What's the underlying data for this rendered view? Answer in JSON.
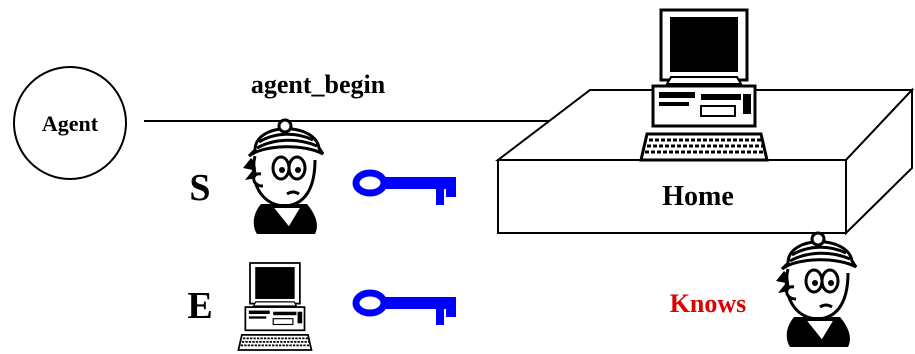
{
  "labels": {
    "agent": "Agent",
    "message": "agent_begin",
    "home": "Home",
    "s": "S",
    "e": "E",
    "knows": "Knows"
  },
  "colors": {
    "key": "#0000ff",
    "knows": "#e00000",
    "stroke": "#000000"
  },
  "icons": {
    "computer": "computer-icon",
    "person": "person-icon",
    "key": "key-icon"
  }
}
